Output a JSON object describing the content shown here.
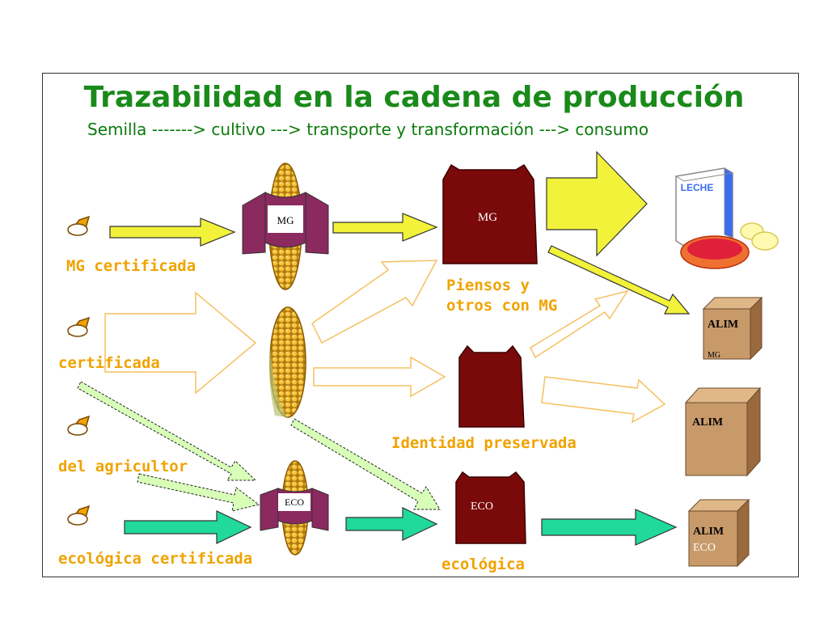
{
  "title": "Trazabilidad en la cadena de producción",
  "subtitle": "Semilla -------> cultivo ---> transporte y transformación ---> consumo",
  "seed_labels": {
    "mg": "MG certificada",
    "cert": "certificada",
    "farmer": "del agricultor",
    "eco": "ecológica certificada"
  },
  "corn_tags": {
    "mg": "MG",
    "eco": "ECO"
  },
  "bags": {
    "mg": "MG",
    "eco": "ECO"
  },
  "transport_labels": {
    "feed_line1": "Piensos y",
    "feed_line2": "otros con MG",
    "identity": "Identidad preservada",
    "eco": "ecológica"
  },
  "products": {
    "milk": "LECHE",
    "box_mg_main": "ALIM",
    "box_mg_sub": "MG",
    "box_ip": "ALIM",
    "box_eco_main": "ALIM",
    "box_eco_sub": "ECO"
  },
  "colors": {
    "title": "#1a8a1a",
    "label": "#f0a300",
    "arrow_yellow": "#f2f23a",
    "arrow_green": "#20d99a",
    "arrow_light": "#d8ffb8",
    "bag": "#7a0a0a",
    "banner": "#8a2a5e",
    "box": "#c89a6a"
  }
}
